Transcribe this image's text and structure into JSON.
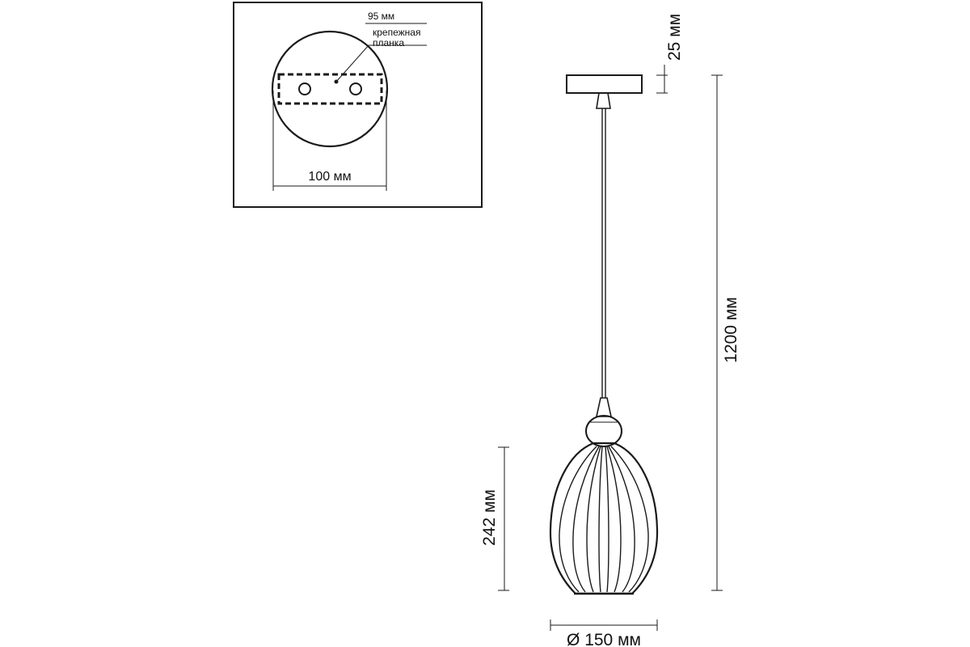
{
  "inset": {
    "width_label": "95 мм",
    "plate_label_line1": "крепежная",
    "plate_label_line2": "планка",
    "diameter_label": "100 мм"
  },
  "dimensions": {
    "canopy_height": "25 мм",
    "total_length": "1200 мм",
    "shade_height": "242 мм",
    "shade_diameter": "Ø 150 мм"
  }
}
